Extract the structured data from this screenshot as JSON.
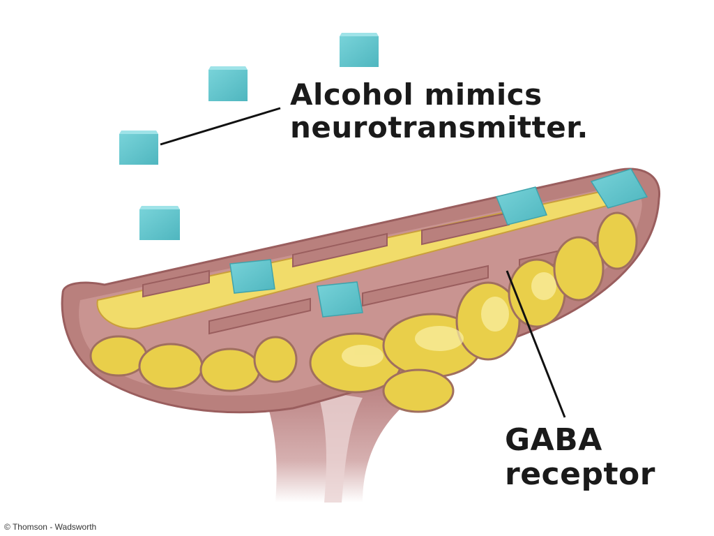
{
  "labels": {
    "alcohol_line1": "Alcohol mimics",
    "alcohol_line2": "neurotransmitter.",
    "gaba_line1": "GABA",
    "gaba_line2": "receptor"
  },
  "copyright": "© Thomson - Wadsworth",
  "colors": {
    "membrane": "#b77a7a",
    "vesicle": "#e8cf4c",
    "molecule": "#5fc4cc",
    "text": "#1a1a1a"
  }
}
